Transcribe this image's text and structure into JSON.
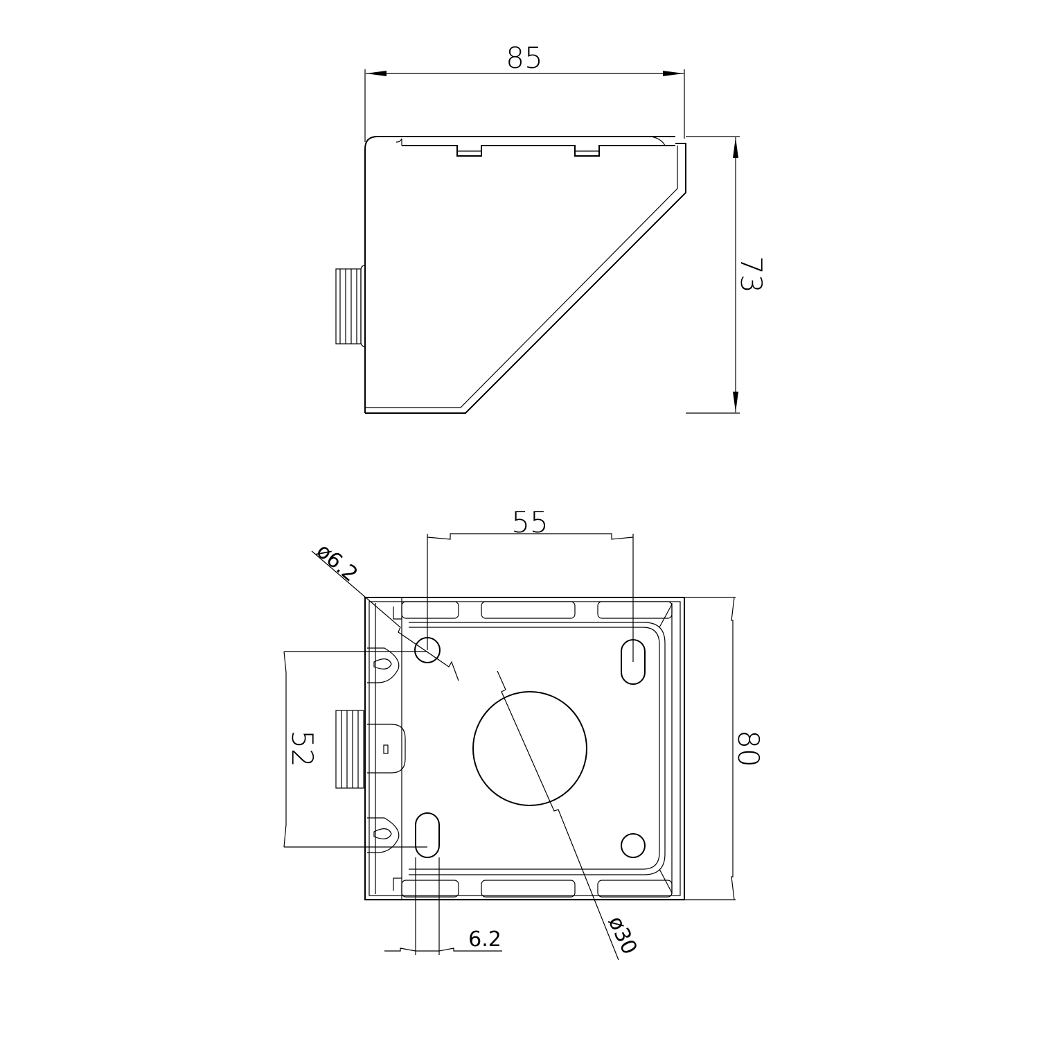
{
  "side_view": {
    "width_label": "85",
    "height_label": "73"
  },
  "bottom_view": {
    "hole_spacing_label": "55",
    "small_hole_label": "ø6.2",
    "vertical_spacing_label": "52",
    "depth_label": "80",
    "slot_width_label": "6.2",
    "center_hole_label": "ø30"
  },
  "colors": {
    "line": "#000000",
    "background": "#ffffff"
  }
}
